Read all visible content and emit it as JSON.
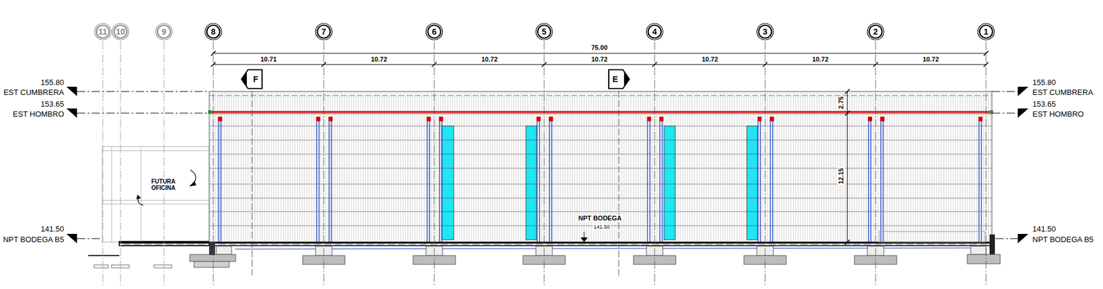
{
  "diagram": {
    "nodes": [
      {
        "text": [
          "11"
        ]
      },
      {
        "text": [
          "10"
        ]
      },
      {
        "text": [
          "9"
        ]
      },
      {
        "text": [
          "8"
        ]
      },
      {
        "text": [
          "7"
        ]
      },
      {
        "text": [
          "6"
        ]
      },
      {
        "text": [
          "5"
        ]
      },
      {
        "text": [
          "4"
        ]
      },
      {
        "text": [
          "3"
        ]
      },
      {
        "text": [
          "2"
        ]
      },
      {
        "text": [
          "1"
        ]
      },
      {
        "text": [
          "F"
        ]
      },
      {
        "text": [
          "E"
        ]
      }
    ],
    "labels": [
      "75.00",
      "10.71",
      "10.72",
      "10.72",
      "10.72",
      "10.72",
      "10.72",
      "10.72",
      "155.80",
      "EST CUMBRERA",
      "153.65",
      "EST HOMBRO",
      "155.80",
      "EST CUMBRERA",
      "153.65",
      "EST HOMBRO",
      "2.75",
      "12.15",
      "FUTURA OFICINA",
      "NPT BODEGA",
      "141.50",
      "141.50",
      "NPT BODEGA B5",
      "141.50",
      "NPT BODEGA B5"
    ]
  }
}
